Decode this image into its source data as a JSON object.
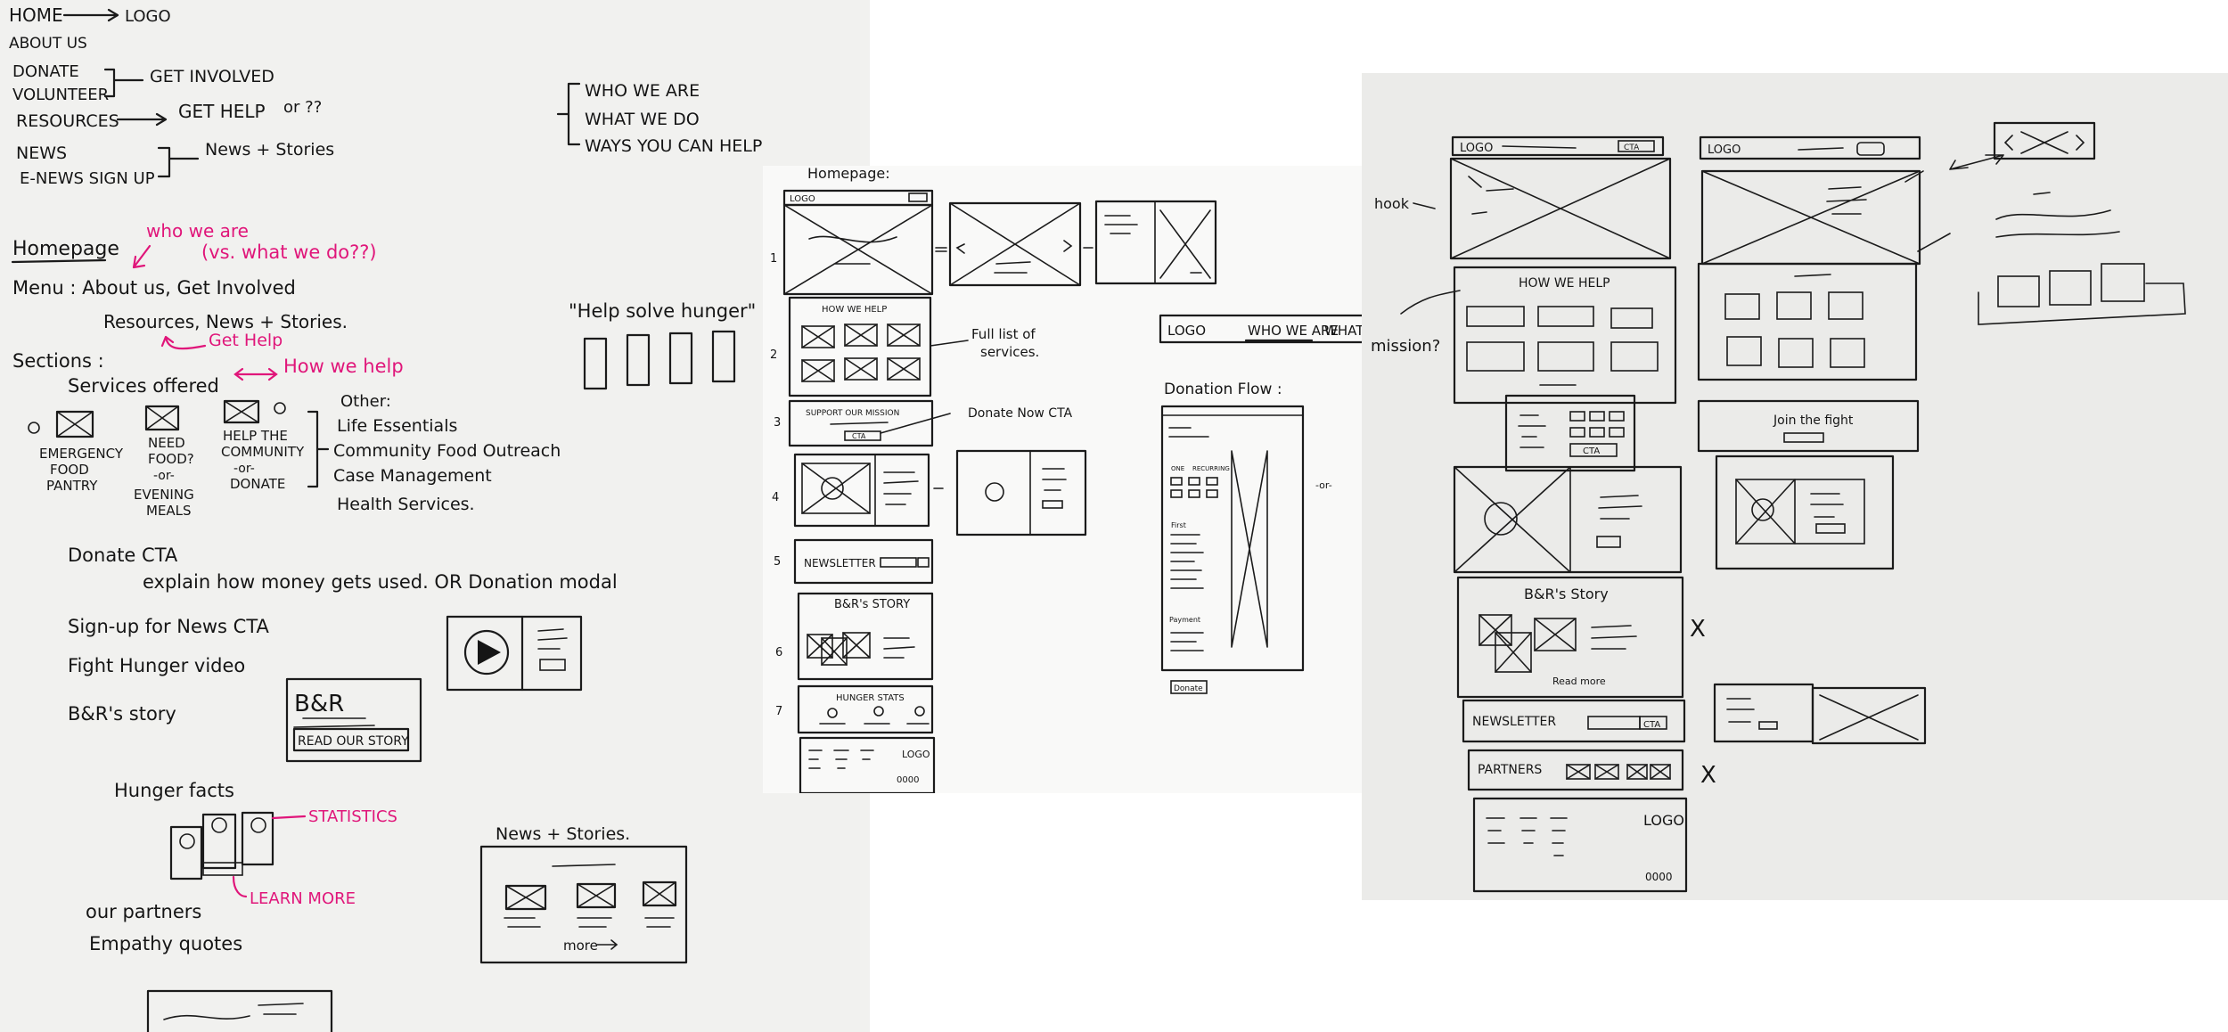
{
  "sitemap": {
    "home": "HOME",
    "logo": "LOGO",
    "about_us": "ABOUT US",
    "donate": "DONATE",
    "volunteer": "VOLUNTEER",
    "get_involved": "GET INVOLVED",
    "resources": "RESOURCES",
    "get_help": "GET HELP",
    "or_qq": "or ??",
    "news": "NEWS",
    "enews": "E-NEWS SIGN UP",
    "news_stories": "News + Stories"
  },
  "about_list": [
    "WHO WE ARE",
    "WHAT WE DO",
    "WAYS YOU CAN HELP"
  ],
  "homepage_notes": {
    "title": "Homepage",
    "who_note": "who we are",
    "vs_note": "(vs. what we do??)",
    "menu_line": "Menu : About us, Get Involved",
    "menu_line2": "Resources, News + Stories.",
    "get_help": "Get Help",
    "sections": "Sections :",
    "services": "Services offered",
    "how_we_help": "How we help",
    "emergency": "EMERGENCY",
    "food": "FOOD",
    "pantry": "PANTRY",
    "need": "NEED",
    "food_q": "FOOD?",
    "or1": "-or-",
    "evening": "EVENING",
    "meals": "MEALS",
    "help_the": "HELP THE",
    "community": "COMMUNITY",
    "or2": "-or-",
    "donate": "DONATE",
    "other": "Other:",
    "others": [
      "Life Essentials",
      "Community Food Outreach",
      "Case Management",
      "Health Services."
    ],
    "help_solve": "\"Help solve hunger\"",
    "donate_cta": "Donate CTA",
    "explain": "explain how money gets used. OR Donation modal",
    "signup": "Sign-up for News CTA",
    "fight_video": "Fight Hunger video",
    "br_story": "B&R's story",
    "br_box": "B&R",
    "read_story": "READ OUR STORY",
    "hunger_facts": "Hunger facts",
    "statistics": "STATISTICS",
    "learn_more": "LEARN MORE",
    "partners": "our partners",
    "empathy": "Empathy quotes",
    "news_stories": "News + Stories.",
    "more": "more"
  },
  "homepage_wireframe": {
    "title": "Homepage:",
    "logo": "LOGO",
    "how_we_help": "HOW WE HELP",
    "full_list": "Full list of",
    "services": "services.",
    "support": "SUPPORT OUR MISSION",
    "cta": "CTA",
    "donate_now": "Donate Now CTA",
    "newsletter": "NEWSLETTER",
    "br_story": "B&R's STORY",
    "hunger_stats": "HUNGER STATS",
    "footer_logo": "LOGO",
    "footer_icons": "0000",
    "row_numbers": [
      "1",
      "2",
      "3",
      "4",
      "5",
      "6",
      "7"
    ]
  },
  "nav_strip": {
    "logo": "LOGO",
    "who": "WHO WE ARE",
    "what": "WHAT W"
  },
  "donation_flow": {
    "title": "Donation Flow :",
    "once": "ONE",
    "recurring": "RECURRING",
    "first": "First",
    "payment": "Payment",
    "donate": "Donate",
    "or": "-or-"
  },
  "mobile_wireframes": {
    "logo": "LOGO",
    "logo2": "LOGO",
    "cta": "CTA",
    "hook": "hook",
    "mission_q": "mission?",
    "how_we_help": "HOW WE HELP",
    "join_fight": "Join the fight",
    "cta2": "CTA",
    "br_story": "B&R's Story",
    "read_more": "Read more",
    "newsletter": "NEWSLETTER",
    "cta3": "CTA",
    "partners": "PARTNERS",
    "footer_logo": "LOGO",
    "footer_icons": "0000",
    "x_mark": "X",
    "x_mark2": "X"
  },
  "colors": {
    "ink": "#151515",
    "pink": "#e0167a",
    "paper1": "#f1f1ef",
    "paper2": "#f9f9f8",
    "paper3": "#ebebe9"
  }
}
